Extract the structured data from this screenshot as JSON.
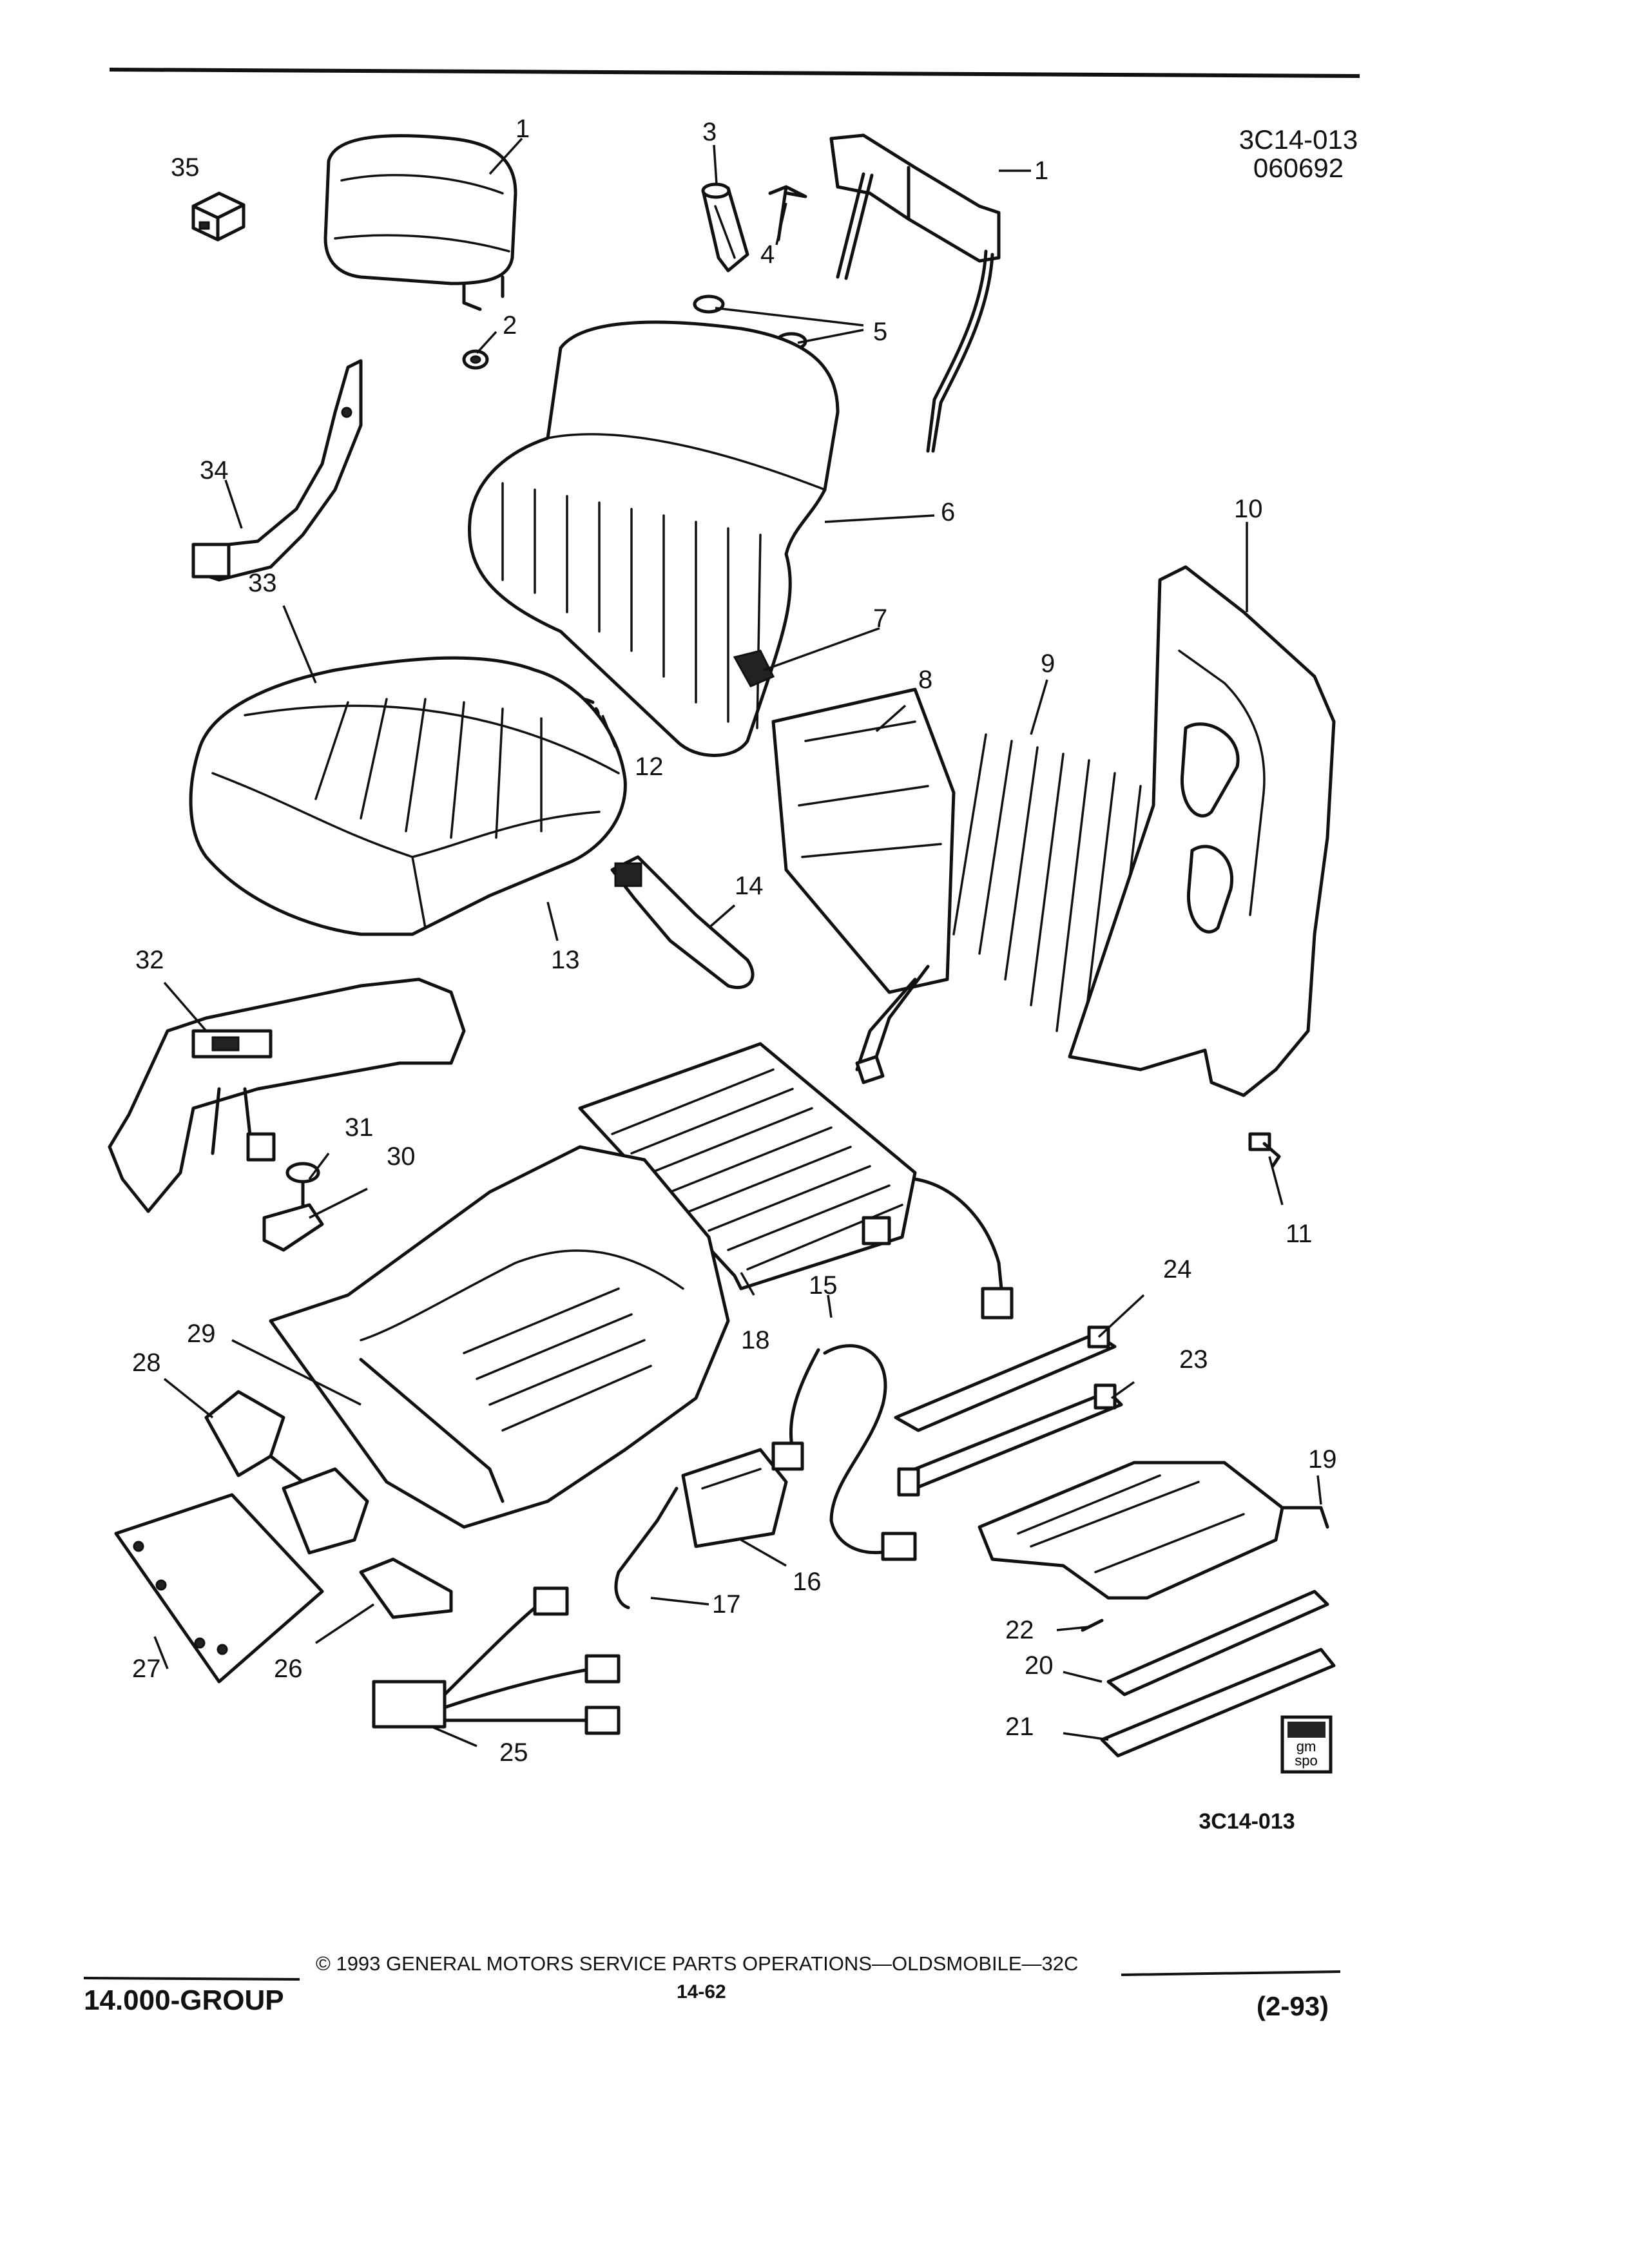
{
  "header": {
    "figure_code_top": "3C14-013",
    "figure_date": "060692"
  },
  "callouts": {
    "c1a": "1",
    "c1b": "1",
    "c2": "2",
    "c3": "3",
    "c4": "4",
    "c5": "5",
    "c6": "6",
    "c7": "7",
    "c8": "8",
    "c9": "9",
    "c10": "10",
    "c11": "11",
    "c12": "12",
    "c13": "13",
    "c14": "14",
    "c15": "15",
    "c16": "16",
    "c17": "17",
    "c18": "18",
    "c19": "19",
    "c20": "20",
    "c21": "21",
    "c22": "22",
    "c23": "23",
    "c24": "24",
    "c25": "25",
    "c26": "26",
    "c27": "27",
    "c28": "28",
    "c29": "29",
    "c30": "30",
    "c31": "31",
    "c32": "32",
    "c33": "33",
    "c34": "34",
    "c35": "35"
  },
  "figure_code_bottom": "3C14-013",
  "logo": {
    "line1": "gm",
    "line2": "spo"
  },
  "footer": {
    "group": "14.000-GROUP",
    "copyright": "© 1993 GENERAL MOTORS SERVICE PARTS OPERATIONS—OLDSMOBILE—32C",
    "page_number": "14-62",
    "revision": "(2-93)"
  },
  "colors": {
    "ink": "#111111",
    "paper": "#ffffff"
  }
}
